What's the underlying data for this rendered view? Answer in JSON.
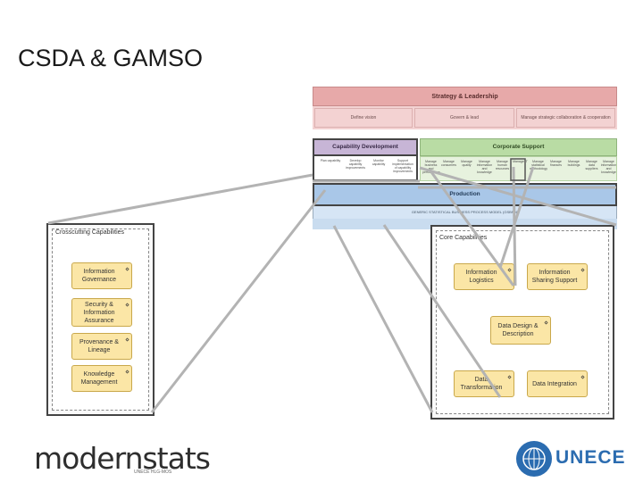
{
  "slide": {
    "title": "CSDA & GAMSO"
  },
  "gamso": {
    "strategy": {
      "title": "Strategy & Leadership",
      "cells": [
        "Define vision",
        "Govern & lead",
        "Manage strategic collaboration & cooperation"
      ]
    },
    "capability_development": {
      "title": "Capability Development",
      "cells": [
        "Plan capability",
        "Develop capability improvements",
        "Monitor capability",
        "Support implementation of capability improvements"
      ]
    },
    "corporate_support": {
      "title": "Corporate Support",
      "cells": [
        "Manage business and performance",
        "Manage consumers",
        "Manage quality",
        "Manage information and knowledge",
        "Manage human resources",
        "Manage IT",
        "Manage statistical methodology",
        "Manage finances",
        "Manage buildings",
        "Manage data suppliers",
        "Manage information and knowledge"
      ]
    },
    "production": {
      "title": "Production",
      "subtitle": "GENERIC STATISTICAL BUSINESS PROCESS MODEL (GSBPM)"
    }
  },
  "panels": {
    "crosscutting": {
      "label": "Crosscutting Capabilities",
      "items": [
        {
          "label": "Information Governance"
        },
        {
          "label": "Security & Information Assurance"
        },
        {
          "label": "Provenance & Lineage"
        },
        {
          "label": "Knowledge Management"
        }
      ]
    },
    "core": {
      "label": "Core Capabilities",
      "items": [
        {
          "label": "Information Logistics"
        },
        {
          "label": "Information Sharing Support"
        },
        {
          "label": "Data Design & Description"
        },
        {
          "label": "Data Transformation"
        },
        {
          "label": "Data Integration"
        }
      ]
    }
  },
  "logos": {
    "modernstats": "modernstats",
    "modernstats_sub": "UNECE HLG-MOS",
    "unece": "UNECE"
  },
  "colors": {
    "strategy": "#e7a9a9",
    "capability_development": "#c7b5d6",
    "corporate_support": "#b9dca4",
    "production": "#a9c7e8",
    "capability_box": "#fbe6a6",
    "unece_blue": "#2b6cb0"
  }
}
